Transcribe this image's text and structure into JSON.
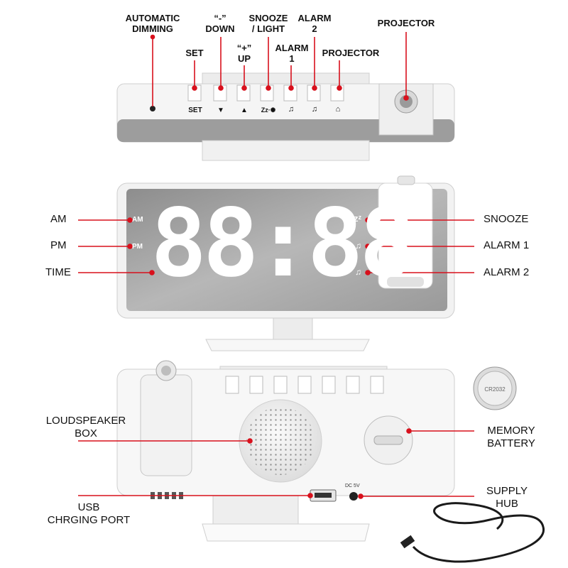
{
  "top_view": {
    "labels": {
      "auto_dimming": "AUTOMATIC\nDIMMING",
      "down": "“-”\nDOWN",
      "snooze_light": "SNOOZE\n/ LIGHT",
      "alarm2": "ALARM\n2",
      "projector_top": "PROJECTOR",
      "set": "SET",
      "up": "“+”\nUP",
      "alarm1": "ALARM\n1",
      "projector": "PROJECTOR"
    },
    "button_glyphs": {
      "set": "SET",
      "down": "▼",
      "up": "▲",
      "snooze": "Zz·✺"
    }
  },
  "front_view": {
    "labels": {
      "am": "AM",
      "pm": "PM",
      "time": "TIME",
      "snooze": "SNOOZE",
      "alarm1": "ALARM 1",
      "alarm2": "ALARM 2"
    },
    "display": {
      "am": "AM",
      "pm": "PM",
      "digits": "88:88",
      "snooze_icon": "zᶻ"
    }
  },
  "back_view": {
    "labels": {
      "loudspeaker": "LOUDSPEAKER\nBOX",
      "memory_battery": "MEMORY\nBATTERY",
      "usb": "USB\nCHRGING PORT",
      "supply_hub": "SUPPLY\nHUB"
    },
    "marks": {
      "dc": "DC 5V"
    }
  },
  "colors": {
    "pointer": "#d8101c",
    "device": "#f4f4f4",
    "mirror": "#a9a9a9",
    "segment": "#ffffff"
  }
}
